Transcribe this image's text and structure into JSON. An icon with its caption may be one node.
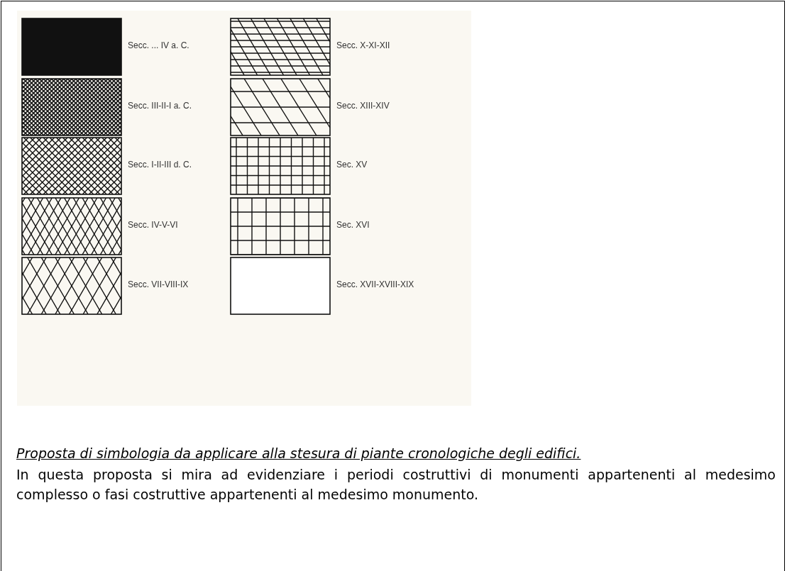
{
  "diagram": {
    "title": "Proposta di simbologia da applicare alla stesura di piante cronologiche degli edifici.",
    "caption": "In questa proposta si mira ad evidenziare i periodi costruttivi di monumenti appartenenti al medesimo complesso o fasi costruttive appartenenti al medesimo monumento.",
    "legend": [
      {
        "text": "Secc. ... IV a. C.",
        "color": "#111111"
      },
      {
        "text": "Secc. III-II-I a. C."
      },
      {
        "text": "Secc. I-II-III d. C."
      },
      {
        "text": "Secc. IV-V-VI"
      },
      {
        "text": "Secc. VII-VIII-IX"
      },
      {
        "text": "Secc. X-XI-XII"
      },
      {
        "text": "Secc. XIII-XIV"
      },
      {
        "text": "Sec. XV"
      },
      {
        "text": "Sec. XVI"
      },
      {
        "text": "Secc. XVII-XVIII-XIX",
        "color": "#ffffff"
      }
    ]
  }
}
